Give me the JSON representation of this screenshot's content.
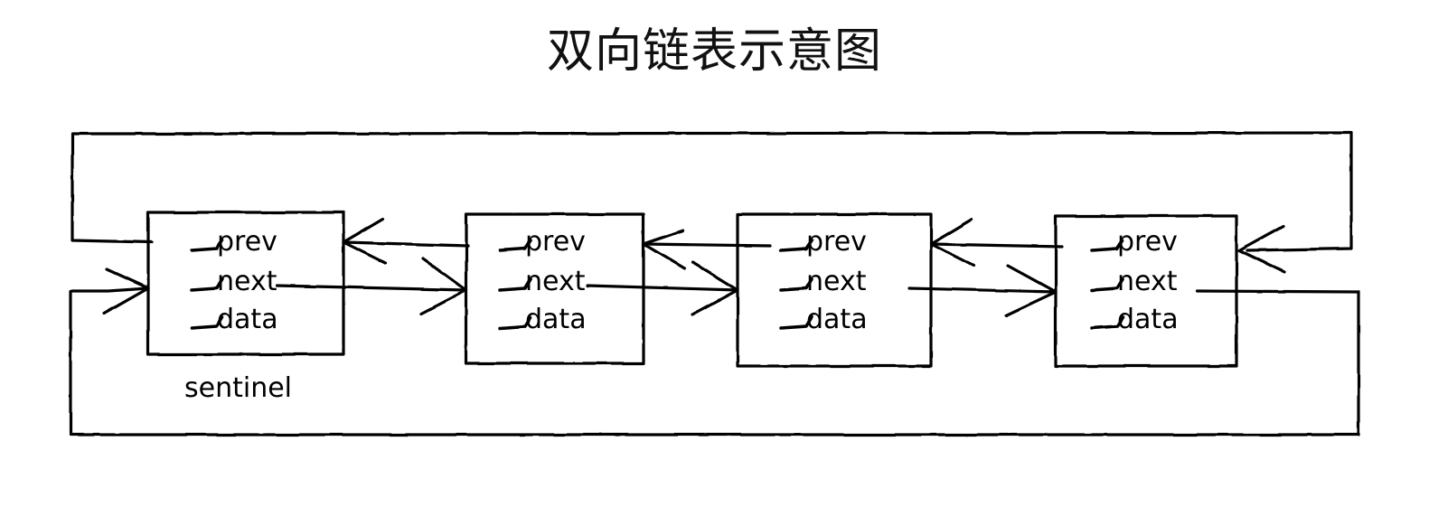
{
  "page": {
    "title": "双向链表示意图",
    "background_color": "#ffffff",
    "ink_color": "#000000",
    "style": "hand-drawn"
  },
  "diagram": {
    "type": "doubly-linked-list",
    "node_count": 4,
    "field_labels": [
      "prev",
      "next",
      "data"
    ],
    "nodes": [
      {
        "id": "node-1",
        "caption": "sentinel",
        "fields": [
          "prev",
          "next",
          "data"
        ]
      },
      {
        "id": "node-2",
        "caption": "",
        "fields": [
          "prev",
          "next",
          "data"
        ]
      },
      {
        "id": "node-3",
        "caption": "",
        "fields": [
          "prev",
          "next",
          "data"
        ]
      },
      {
        "id": "node-4",
        "caption": "",
        "fields": [
          "prev",
          "next",
          "data"
        ]
      }
    ],
    "captions": {
      "sentinel": "sentinel"
    }
  }
}
